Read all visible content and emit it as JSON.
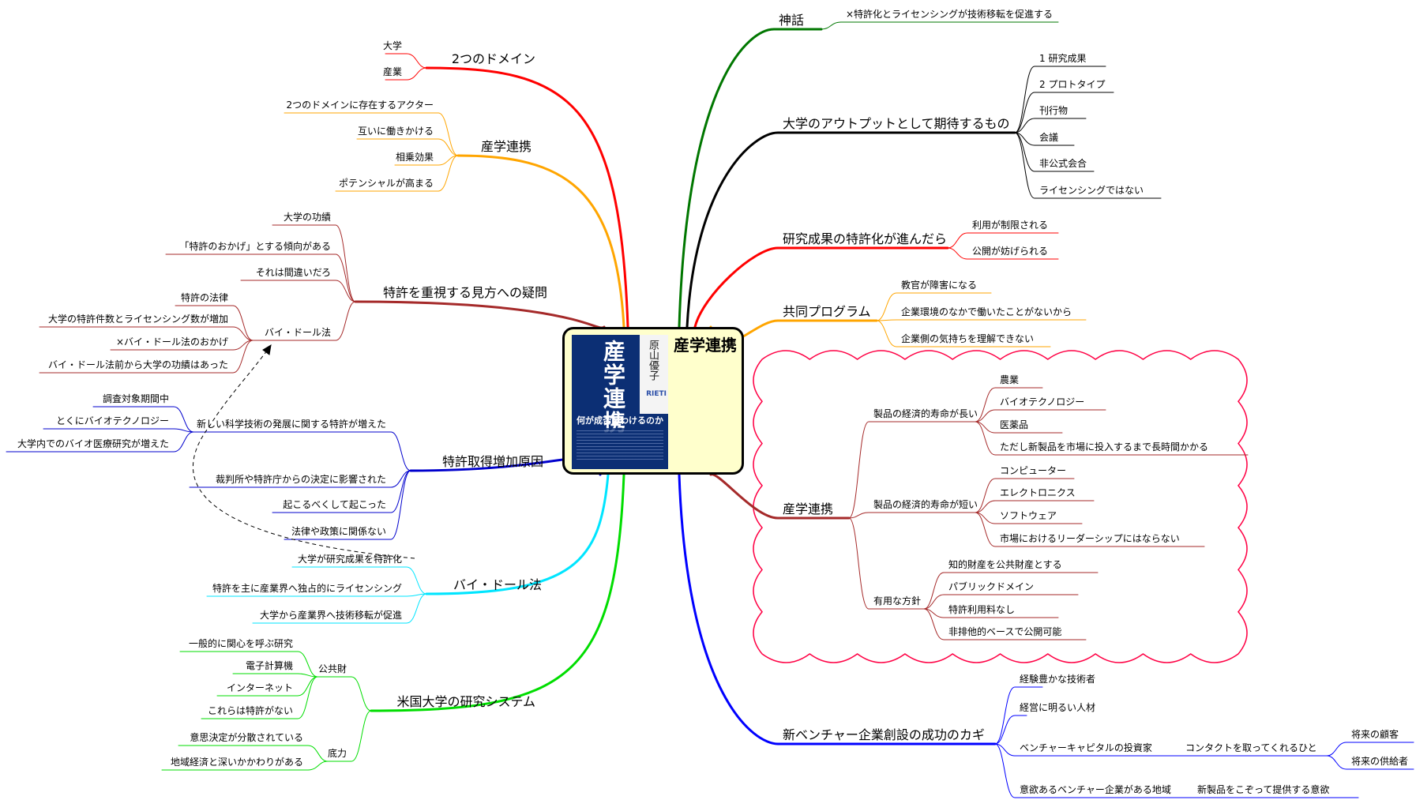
{
  "center": {
    "title": "産学連携",
    "book": {
      "title": "産学連携",
      "author": "原山優子",
      "publisher_mark": "RIETI",
      "tagline": "何が成否をわけるのか"
    }
  },
  "left": [
    {
      "label": "2つのドメイン",
      "color": "#ff0000",
      "children": [
        {
          "label": "大学"
        },
        {
          "label": "産業"
        }
      ]
    },
    {
      "label": "産学連携",
      "color": "#ffa500",
      "children": [
        {
          "label": "2つのドメインに存在するアクター"
        },
        {
          "label": "互いに働きかける"
        },
        {
          "label": "相乗効果"
        },
        {
          "label": "ポテンシャルが高まる"
        }
      ]
    },
    {
      "label": "特許を重視する見方への疑問",
      "color": "#a52a2a",
      "children": [
        {
          "label": "大学の功績"
        },
        {
          "label": "「特許のおかげ」とする傾向がある"
        },
        {
          "label": "それは間違いだろ"
        },
        {
          "label": "バイ・ドール法",
          "children": [
            {
              "label": "特許の法律"
            },
            {
              "label": "大学の特許件数とライセンシング数が増加"
            },
            {
              "label": "×バイ・ドール法のおかげ"
            },
            {
              "label": "バイ・ドール法前から大学の功績はあった"
            }
          ]
        }
      ]
    },
    {
      "label": "特許取得増加原因",
      "color": "#0000cd",
      "children": [
        {
          "label": "新しい科学技術の発展に関する特許が増えた",
          "children": [
            {
              "label": "調査対象期間中"
            },
            {
              "label": "とくにバイオテクノロジー"
            },
            {
              "label": "大学内でのバイオ医療研究が増えた"
            }
          ]
        },
        {
          "label": "裁判所や特許庁からの決定に影響された"
        },
        {
          "label": "起こるべくして起こった"
        },
        {
          "label": "法律や政策に関係ない"
        }
      ]
    },
    {
      "label": "バイ・ドール法",
      "color": "#00e5ff",
      "children": [
        {
          "label": "大学が研究成果を特許化"
        },
        {
          "label": "特許を主に産業界へ独占的にライセンシング"
        },
        {
          "label": "大学から産業界へ技術移転が促進"
        }
      ]
    },
    {
      "label": "米国大学の研究システム",
      "color": "#00dd00",
      "children": [
        {
          "label": "公共財",
          "children": [
            {
              "label": "一般的に関心を呼ぶ研究"
            },
            {
              "label": "電子計算機"
            },
            {
              "label": "インターネット"
            },
            {
              "label": "これらは特許がない"
            }
          ]
        },
        {
          "label": "底力",
          "children": [
            {
              "label": "意思決定が分散されている"
            },
            {
              "label": "地域経済と深いかかわりがある"
            }
          ]
        }
      ]
    }
  ],
  "right": [
    {
      "label": "神話",
      "color": "#007700",
      "children": [
        {
          "label": "×特許化とライセンシングが技術移転を促進する"
        }
      ]
    },
    {
      "label": "大学のアウトプットとして期待するもの",
      "color": "#000000",
      "children": [
        {
          "label": "1 研究成果"
        },
        {
          "label": "2 プロトタイプ"
        },
        {
          "label": "刊行物"
        },
        {
          "label": "会議"
        },
        {
          "label": "非公式会合"
        },
        {
          "label": "ライセンシングではない"
        }
      ]
    },
    {
      "label": "研究成果の特許化が進んだら",
      "color": "#ff0000",
      "children": [
        {
          "label": "利用が制限される"
        },
        {
          "label": "公開が妨げられる"
        }
      ]
    },
    {
      "label": "共同プログラム",
      "color": "#ffa500",
      "children": [
        {
          "label": "教官が障害になる"
        },
        {
          "label": "企業環境のなかで働いたことがないから"
        },
        {
          "label": "企業側の気持ちを理解できない"
        }
      ]
    },
    {
      "label": "産学連携",
      "color": "#a52a2a",
      "children": [
        {
          "label": "製品の経済的寿命が長い",
          "children": [
            {
              "label": "農業"
            },
            {
              "label": "バイオテクノロジー"
            },
            {
              "label": "医薬品"
            },
            {
              "label": "ただし新製品を市場に投入するまで長時間かかる"
            }
          ]
        },
        {
          "label": "製品の経済的寿命が短い",
          "children": [
            {
              "label": "コンピューター"
            },
            {
              "label": "エレクトロニクス"
            },
            {
              "label": "ソフトウェア"
            },
            {
              "label": "市場におけるリーダーシップにはならない"
            }
          ]
        },
        {
          "label": "有用な方針",
          "children": [
            {
              "label": "知的財産を公共財産とする"
            },
            {
              "label": "パブリックドメイン"
            },
            {
              "label": "特許利用料なし"
            },
            {
              "label": "非排他的ベースで公開可能"
            }
          ]
        }
      ]
    },
    {
      "label": "新ベンチャー企業創設の成功のカギ",
      "color": "#0000ff",
      "children": [
        {
          "label": "経験豊かな技術者"
        },
        {
          "label": "経営に明るい人材"
        },
        {
          "label": "ベンチャーキャピタルの投資家",
          "children": [
            {
              "label": "コンタクトを取ってくれるひと",
              "children": [
                {
                  "label": "将来の顧客"
                },
                {
                  "label": "将来の供給者"
                }
              ]
            }
          ]
        },
        {
          "label": "意欲あるベンチャー企業がある地域",
          "children": [
            {
              "label": "新製品をこぞって提供する意欲"
            }
          ]
        }
      ]
    }
  ],
  "colors": {
    "cloud_border": "#ff0044",
    "dashed_arrow": "#000000",
    "center_fill": "#ffffcc"
  }
}
